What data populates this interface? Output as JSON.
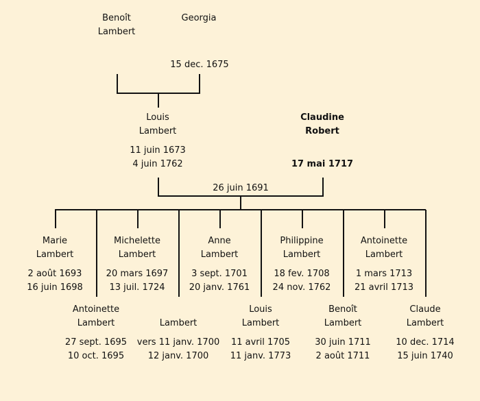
{
  "grandparents": {
    "father": {
      "name_1": "Benoît",
      "name_2": "Lambert"
    },
    "mother": {
      "name_1": "Georgia"
    },
    "marriage_date": "15 dec. 1675"
  },
  "parents": {
    "father": {
      "name_1": "Louis",
      "name_2": "Lambert",
      "birth": "11 juin 1673",
      "death": "4 juin 1762"
    },
    "mother": {
      "name_1": "Claudine",
      "name_2": "Robert",
      "death": "17 mai 1717"
    },
    "marriage_date": "26 juin 1691"
  },
  "children": [
    {
      "name_1": "Marie",
      "name_2": "Lambert",
      "birth": "2 août 1693",
      "death": "16 juin 1698"
    },
    {
      "name_1": "Antoinette",
      "name_2": "Lambert",
      "birth": "27 sept. 1695",
      "death": "10 oct. 1695"
    },
    {
      "name_1": "Michelette",
      "name_2": "Lambert",
      "birth": "20 mars 1697",
      "death": "13 juil. 1724"
    },
    {
      "name_1": "",
      "name_2": "Lambert",
      "birth": "vers 11 janv. 1700",
      "death": "12 janv. 1700"
    },
    {
      "name_1": "Anne",
      "name_2": "Lambert",
      "birth": "3 sept. 1701",
      "death": "20 janv. 1761"
    },
    {
      "name_1": "Louis",
      "name_2": "Lambert",
      "birth": "11 avril 1705",
      "death": "11 janv. 1773"
    },
    {
      "name_1": "Philippine",
      "name_2": "Lambert",
      "birth": "18 fev. 1708",
      "death": "24 nov. 1762"
    },
    {
      "name_1": "Benoît",
      "name_2": "Lambert",
      "birth": "30 juin 1711",
      "death": "2 août 1711"
    },
    {
      "name_1": "Antoinette",
      "name_2": "Lambert",
      "birth": "1 mars 1713",
      "death": "21 avril 1713"
    },
    {
      "name_1": "Claude",
      "name_2": "Lambert",
      "birth": "10 dec. 1714",
      "death": "15 juin 1740"
    }
  ]
}
